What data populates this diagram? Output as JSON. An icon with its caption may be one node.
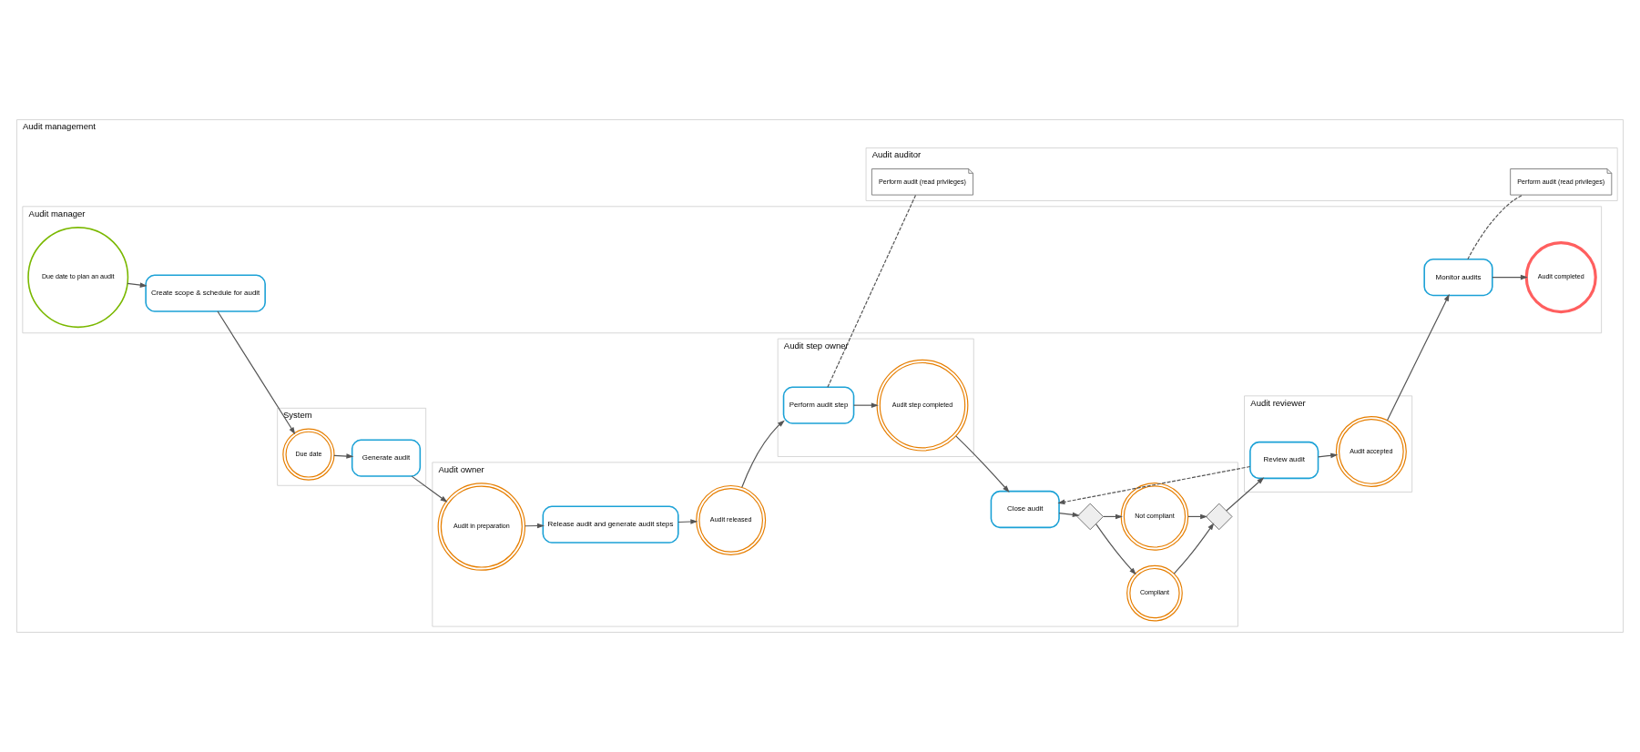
{
  "diagram": {
    "nodes": [
      {
        "text": [
          "Audit management"
        ]
      },
      {
        "text": [
          "System"
        ],
        "in": 0
      },
      {
        "text": [
          "Audit manager"
        ],
        "in": 0
      },
      {
        "text": [
          "Audit owner"
        ],
        "in": 0
      },
      {
        "text": [
          "Audit step owner"
        ],
        "in": 0
      },
      {
        "text": [
          "Audit reviewer"
        ],
        "in": 0
      },
      {
        "text": [
          "Audit auditor"
        ],
        "in": 0
      },
      {
        "text": [
          "Due date to plan an audit"
        ],
        "in": 2
      },
      {
        "text": [
          "Create scope & schedule for audit"
        ],
        "in": 2
      },
      {
        "text": [
          "Due date"
        ],
        "in": 1
      },
      {
        "text": [
          "Generate audit"
        ],
        "in": 1
      },
      {
        "text": [
          "Audit in preparation"
        ],
        "in": 3
      },
      {
        "text": [
          "Release audit and generate audit steps"
        ],
        "in": 3
      },
      {
        "text": [
          "Audit released"
        ],
        "in": 3
      },
      {
        "text": [
          "Perform audit step"
        ],
        "in": 4
      },
      {
        "text": [
          "Audit step completed"
        ],
        "in": 4
      },
      {
        "text": [
          "Close audit"
        ],
        "in": 3
      },
      {
        "text": [],
        "shape": "diamond",
        "in": 3
      },
      {
        "text": [
          "Compliant"
        ],
        "in": 3
      },
      {
        "text": [
          "Not compliant"
        ],
        "in": 3
      },
      {
        "text": [],
        "shape": "diamond",
        "in": 3
      },
      {
        "text": [
          "Review audit"
        ],
        "in": 5
      },
      {
        "text": [
          "Audit accepted"
        ],
        "in": 5
      },
      {
        "text": [
          "Monitor audits"
        ],
        "in": 2
      },
      {
        "text": [
          "Audit completed"
        ],
        "in": 2
      },
      {
        "text": [
          "Perform audit (read privileges)"
        ],
        "in": 6
      },
      {
        "text": [
          "Perform audit (read privileges)"
        ],
        "in": 6
      }
    ],
    "edges": [
      {
        "from": 7,
        "to": 8,
        "arrow": "to"
      },
      {
        "from": 8,
        "to": 9,
        "arrow": "to"
      },
      {
        "from": 9,
        "to": 10,
        "arrow": "to"
      },
      {
        "from": 10,
        "to": 11,
        "arrow": "to"
      },
      {
        "from": 11,
        "to": 12,
        "arrow": "to"
      },
      {
        "from": 12,
        "to": 13,
        "arrow": "to"
      },
      {
        "from": 13,
        "to": 14,
        "arrow": "to"
      },
      {
        "from": 14,
        "to": 15,
        "arrow": "to"
      },
      {
        "from": 15,
        "to": 16,
        "arrow": "to"
      },
      {
        "from": 16,
        "to": 17,
        "arrow": "to"
      },
      {
        "from": 17,
        "to": 18,
        "arrow": "to"
      },
      {
        "from": 17,
        "to": 19,
        "arrow": "to"
      },
      {
        "from": 18,
        "to": 20,
        "arrow": "to"
      },
      {
        "from": 19,
        "to": 20,
        "arrow": "to"
      },
      {
        "from": 20,
        "to": 21,
        "arrow": "to"
      },
      {
        "from": 21,
        "to": 22,
        "arrow": "to"
      },
      {
        "from": 22,
        "to": 23,
        "arrow": "to"
      },
      {
        "from": 23,
        "to": 24,
        "arrow": "to"
      },
      {
        "from": 21,
        "to": 16,
        "arrow": "to",
        "style": "dashed"
      },
      {
        "from": 14,
        "to": 25,
        "arrow": "none",
        "style": "dashed"
      },
      {
        "from": 23,
        "to": 26,
        "arrow": "none",
        "style": "dashed"
      }
    ]
  }
}
